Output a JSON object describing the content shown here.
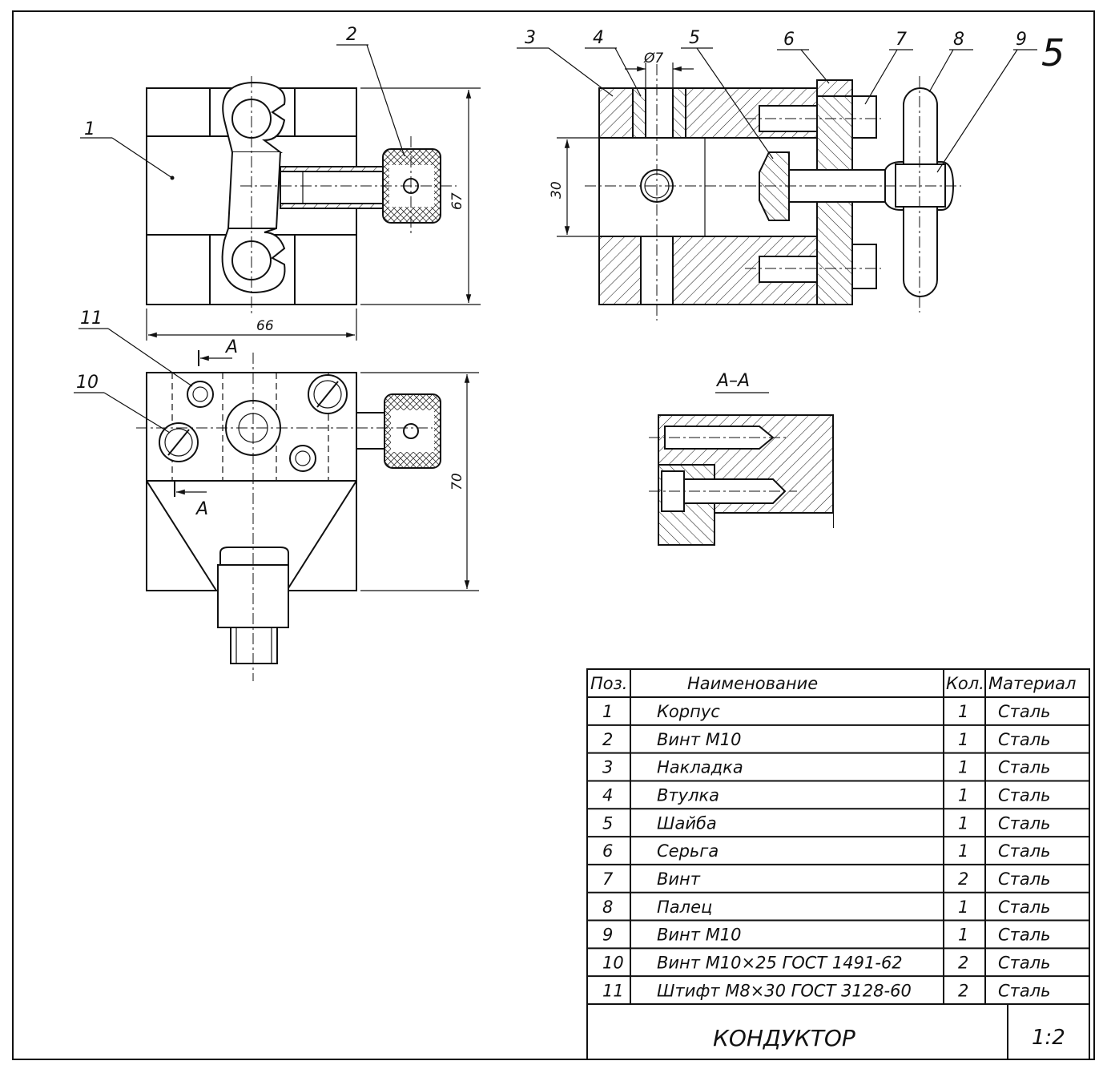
{
  "sheet_number": "5",
  "leaders": [
    "1",
    "2",
    "3",
    "4",
    "5",
    "6",
    "7",
    "8",
    "9",
    "10",
    "11"
  ],
  "dimensions": {
    "width_top": "66",
    "height_top": "67",
    "bore_diameter": "Ø7",
    "slot": "30",
    "height_bottom": "70"
  },
  "section": {
    "mark": "A",
    "title": "А–А"
  },
  "parts_list": {
    "headers": {
      "pos": "Поз.",
      "name": "Наименование",
      "qty": "Кол.",
      "material": "Материал"
    },
    "rows": [
      {
        "pos": "1",
        "name": "Корпус",
        "qty": "1",
        "material": "Сталь"
      },
      {
        "pos": "2",
        "name": "Винт М10",
        "qty": "1",
        "material": "Сталь"
      },
      {
        "pos": "3",
        "name": "Накладка",
        "qty": "1",
        "material": "Сталь"
      },
      {
        "pos": "4",
        "name": "Втулка",
        "qty": "1",
        "material": "Сталь"
      },
      {
        "pos": "5",
        "name": "Шайба",
        "qty": "1",
        "material": "Сталь"
      },
      {
        "pos": "6",
        "name": "Серьга",
        "qty": "1",
        "material": "Сталь"
      },
      {
        "pos": "7",
        "name": "Винт",
        "qty": "2",
        "material": "Сталь"
      },
      {
        "pos": "8",
        "name": "Палец",
        "qty": "1",
        "material": "Сталь"
      },
      {
        "pos": "9",
        "name": "Винт М10",
        "qty": "1",
        "material": "Сталь"
      },
      {
        "pos": "10",
        "name": "Винт М10×25 ГОСТ 1491-62",
        "qty": "2",
        "material": "Сталь"
      },
      {
        "pos": "11",
        "name": "Штифт М8×30 ГОСТ 3128-60",
        "qty": "2",
        "material": "Сталь"
      }
    ]
  },
  "title_block": {
    "title": "КОНДУКТОР",
    "scale": "1:2"
  }
}
